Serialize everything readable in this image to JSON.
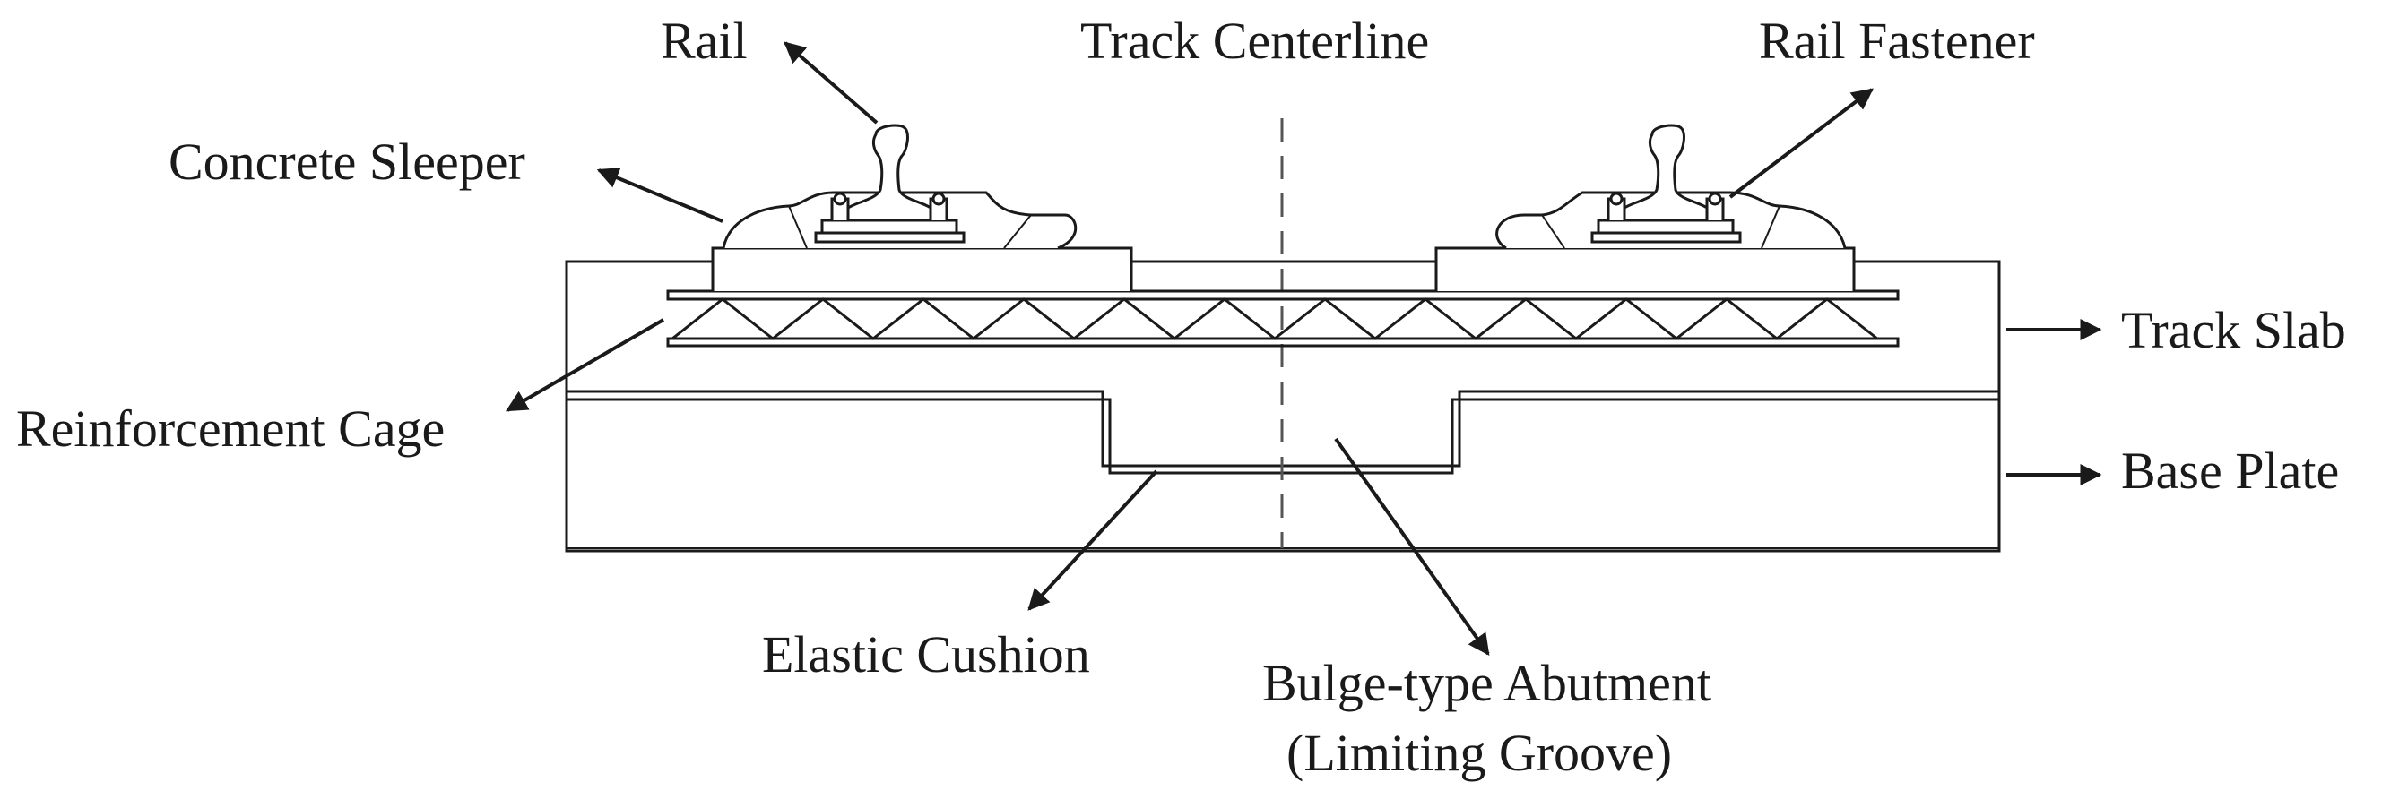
{
  "diagram": {
    "title": "",
    "labels": {
      "rail": "Rail",
      "track_centerline": "Track Centerline",
      "rail_fastener": "Rail Fastener",
      "concrete_sleeper": "Concrete Sleeper",
      "track_slab": "Track Slab",
      "reinforcement_cage": "Reinforcement Cage",
      "base_plate": "Base Plate",
      "elastic_cushion": "Elastic Cushion",
      "bulge_abutment_line1": "Bulge-type Abutment",
      "bulge_abutment_line2": "(Limiting Groove)"
    },
    "colors": {
      "line": "#1a1a1a",
      "background": "#ffffff"
    }
  }
}
